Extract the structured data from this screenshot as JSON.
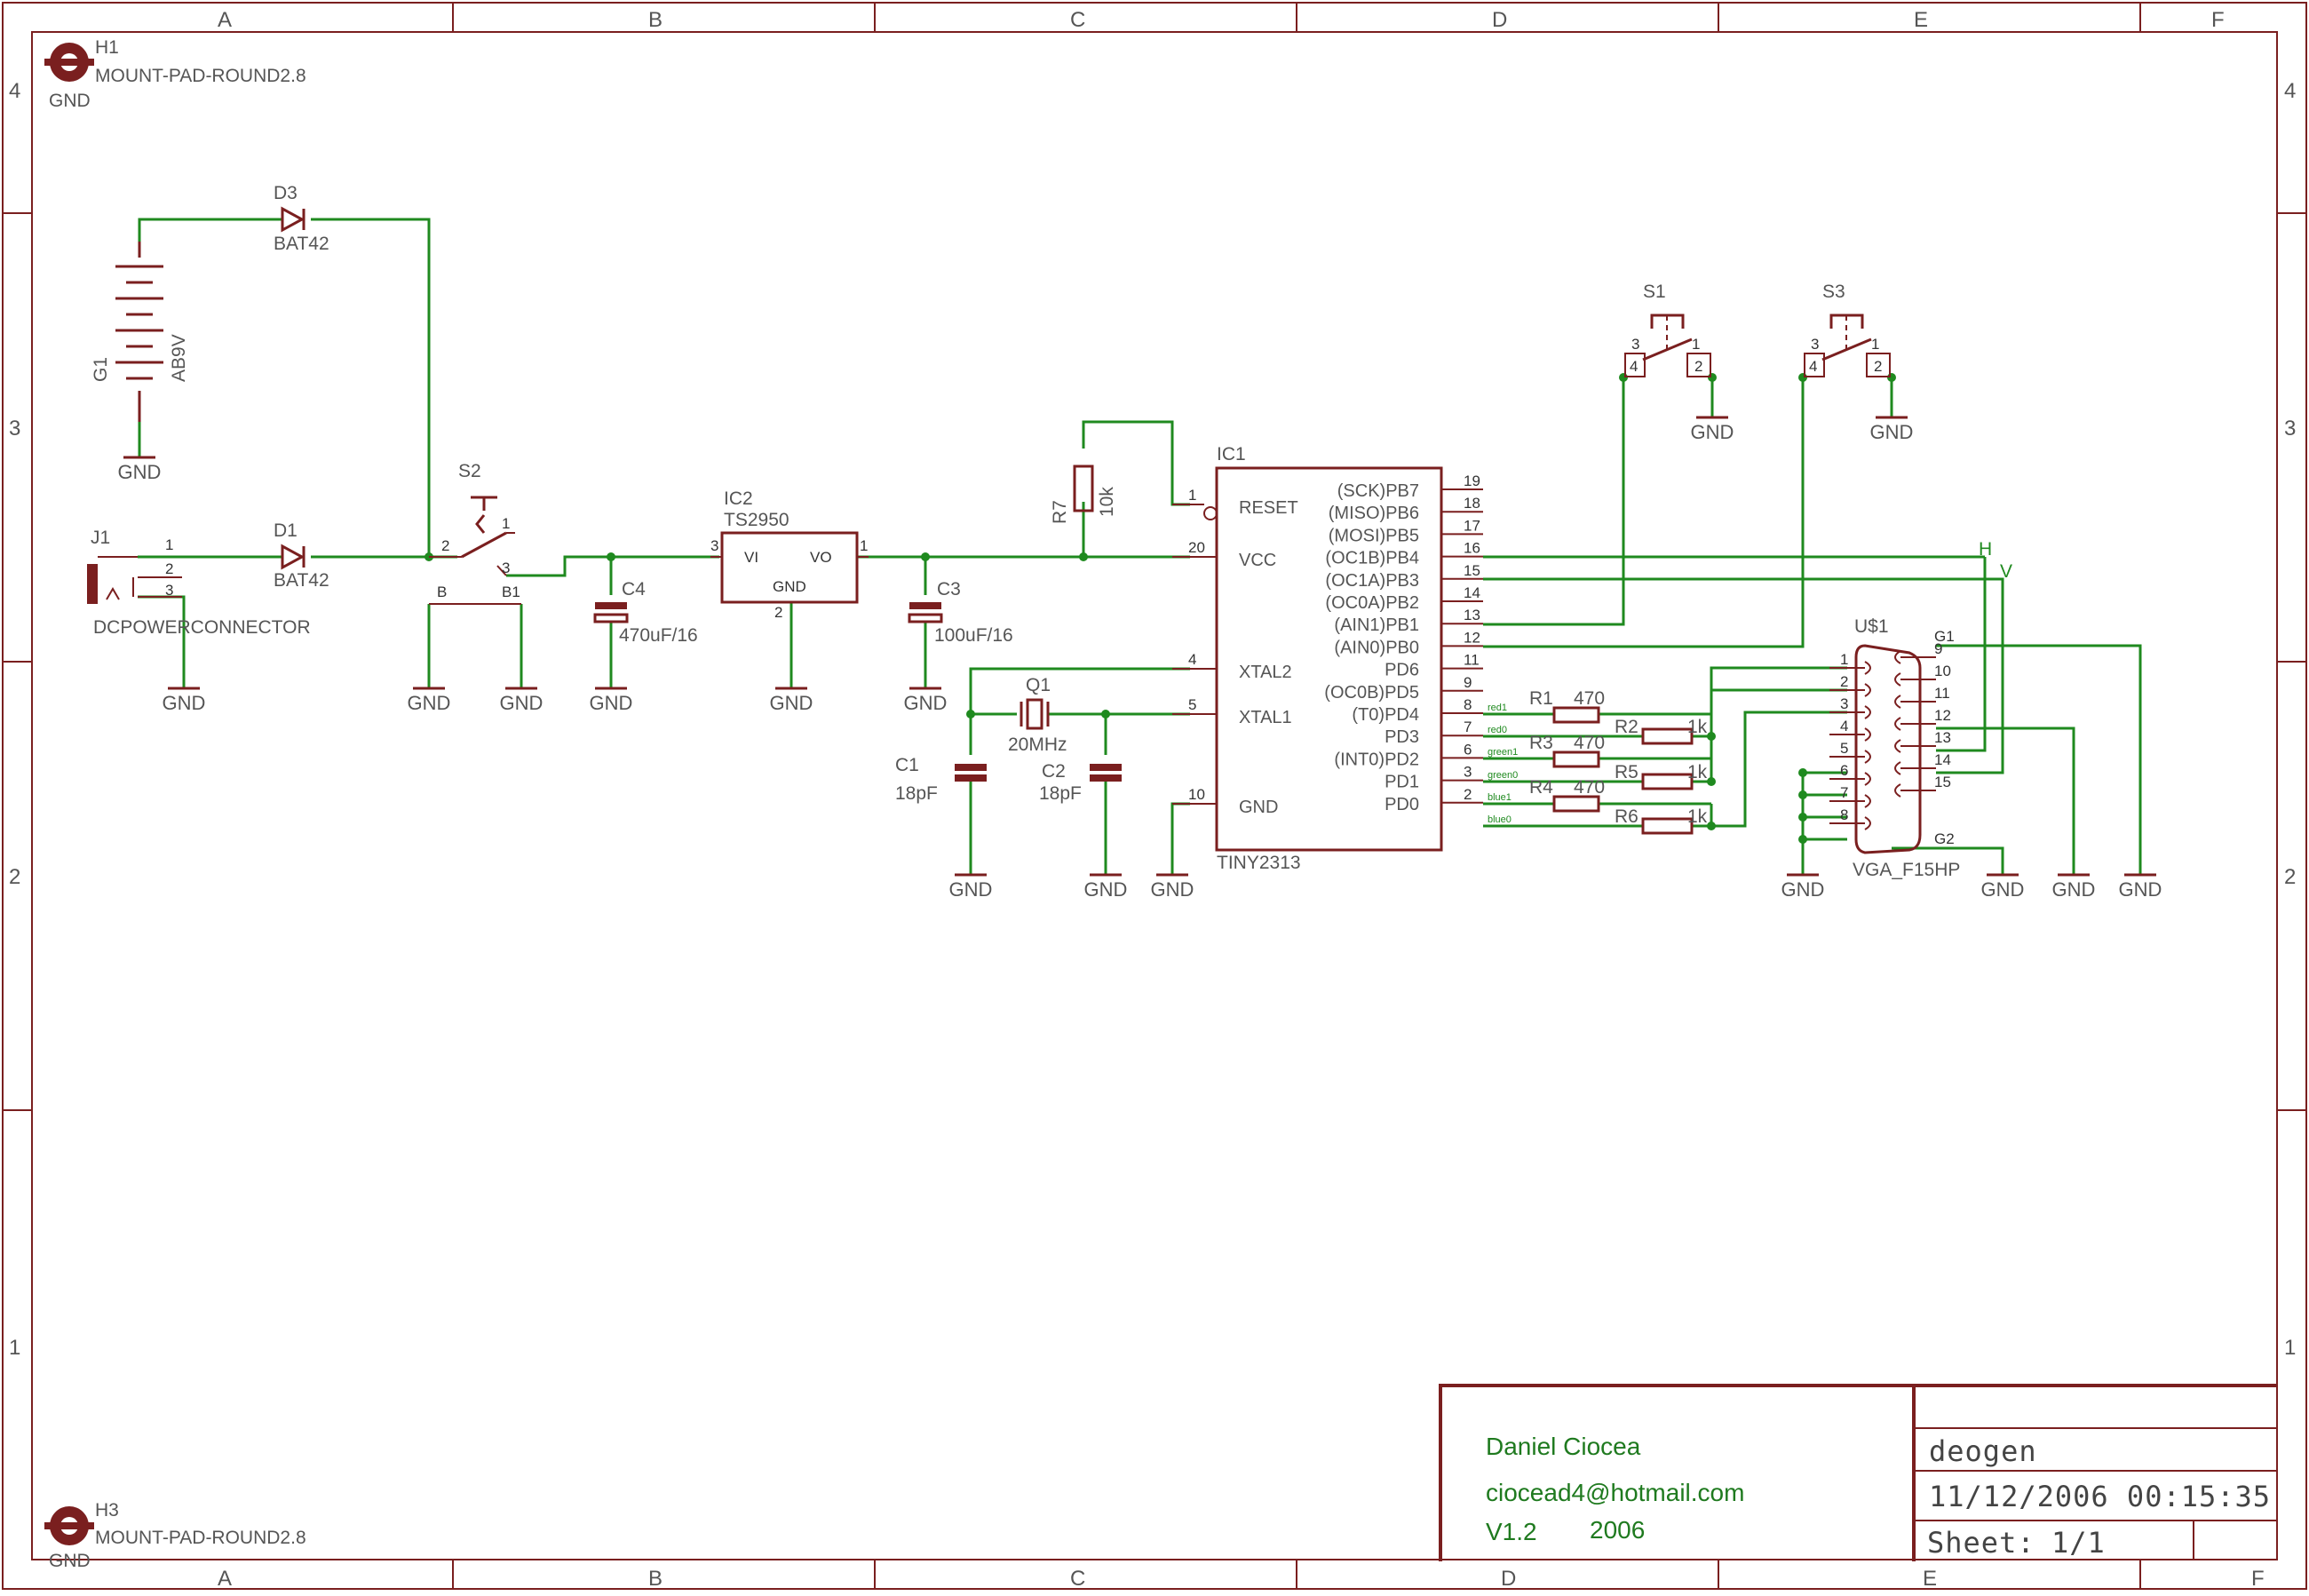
{
  "frame": {
    "columns": [
      "A",
      "B",
      "C",
      "D",
      "E",
      "F"
    ],
    "rows": [
      "4",
      "3",
      "2",
      "1"
    ]
  },
  "mount_pads": [
    {
      "name": "H1",
      "value": "MOUNT-PAD-ROUND2.8",
      "net": "GND"
    },
    {
      "name": "H3",
      "value": "MOUNT-PAD-ROUND2.8",
      "net": "GND"
    }
  ],
  "components": {
    "g1": {
      "name": "G1",
      "value": "AB9V"
    },
    "d3": {
      "name": "D3",
      "value": "BAT42"
    },
    "d1": {
      "name": "D1",
      "value": "BAT42"
    },
    "j1": {
      "name": "J1",
      "value": "DCPOWERCONNECTOR",
      "pins": [
        "1",
        "2",
        "3"
      ]
    },
    "s2": {
      "name": "S2",
      "pins": [
        "1",
        "2",
        "3"
      ],
      "labels": [
        "B",
        "B1"
      ]
    },
    "c4": {
      "name": "C4",
      "value": "470uF/16"
    },
    "ic2": {
      "name": "IC2",
      "value": "TS2950",
      "pins": {
        "vi": "VI",
        "vo": "VO",
        "gnd": "GND",
        "n3": "3",
        "n1": "1",
        "n2": "2"
      }
    },
    "c3": {
      "name": "C3",
      "value": "100uF/16"
    },
    "r7": {
      "name": "R7",
      "value": "10k"
    },
    "q1": {
      "name": "Q1",
      "value": "20MHz"
    },
    "c1": {
      "name": "C1",
      "value": "18pF"
    },
    "c2": {
      "name": "C2",
      "value": "18pF"
    },
    "s1": {
      "name": "S1",
      "pins": [
        "3",
        "1",
        "4",
        "2"
      ]
    },
    "s3": {
      "name": "S3",
      "pins": [
        "3",
        "1",
        "4",
        "2"
      ]
    },
    "r1": {
      "name": "R1",
      "value": "470"
    },
    "r2": {
      "name": "R2",
      "value": "1k"
    },
    "r3": {
      "name": "R3",
      "value": "470"
    },
    "r4": {
      "name": "R4",
      "value": "470"
    },
    "r5": {
      "name": "R5",
      "value": "1k"
    },
    "r6": {
      "name": "R6",
      "value": "1k"
    }
  },
  "ic1": {
    "name": "IC1",
    "value": "TINY2313",
    "left_pins": [
      {
        "num": "1",
        "label": "RESET"
      },
      {
        "num": "20",
        "label": "VCC"
      },
      {
        "num": "4",
        "label": "XTAL2"
      },
      {
        "num": "5",
        "label": "XTAL1"
      },
      {
        "num": "10",
        "label": "GND"
      }
    ],
    "right_pins": [
      {
        "num": "19",
        "label": "(SCK)PB7"
      },
      {
        "num": "18",
        "label": "(MISO)PB6"
      },
      {
        "num": "17",
        "label": "(MOSI)PB5"
      },
      {
        "num": "16",
        "label": "(OC1B)PB4"
      },
      {
        "num": "15",
        "label": "(OC1A)PB3"
      },
      {
        "num": "14",
        "label": "(OC0A)PB2"
      },
      {
        "num": "13",
        "label": "(AIN1)PB1"
      },
      {
        "num": "12",
        "label": "(AIN0)PB0"
      },
      {
        "num": "11",
        "label": "PD6"
      },
      {
        "num": "9",
        "label": "(OC0B)PD5"
      },
      {
        "num": "8",
        "label": "(T0)PD4"
      },
      {
        "num": "7",
        "label": "PD3"
      },
      {
        "num": "6",
        "label": "(INT0)PD2"
      },
      {
        "num": "3",
        "label": "PD1"
      },
      {
        "num": "2",
        "label": "PD0"
      }
    ]
  },
  "vga": {
    "name": "U$1",
    "value": "VGA_F15HP",
    "left_pins": [
      "1",
      "2",
      "3",
      "4",
      "5",
      "6",
      "7",
      "8"
    ],
    "right_pins": [
      "9",
      "10",
      "11",
      "12",
      "13",
      "14",
      "15"
    ],
    "g1": "G1",
    "g2": "G2"
  },
  "nets": {
    "gnd": "GND",
    "h": "H",
    "v": "V",
    "red1": "red1",
    "red0": "red0",
    "green1": "green1",
    "green0": "green0",
    "blue1": "blue1",
    "blue0": "blue0"
  },
  "title_block": {
    "author": "Daniel Ciocea",
    "email": "ciocead4@hotmail.com",
    "version": "V1.2",
    "year": "2006",
    "project": "deogen",
    "datetime": "11/12/2006 00:15:35",
    "sheet_label": "Sheet:",
    "sheet": "1/1"
  },
  "colors": {
    "component": "#7a1f1f",
    "wire": "#1f8a1f",
    "text": "#555555"
  }
}
